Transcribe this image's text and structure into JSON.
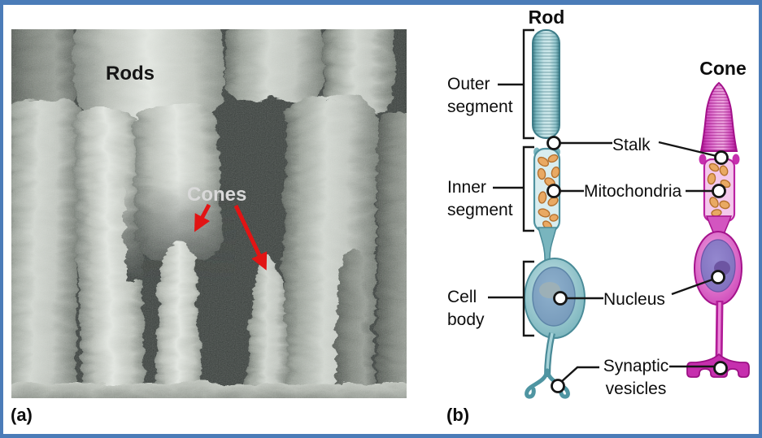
{
  "figure": {
    "panel_a": {
      "tag": "(a)",
      "labels": {
        "rods": "Rods",
        "cones": "Cones"
      }
    },
    "panel_b": {
      "tag": "(b)",
      "rod_title": "Rod",
      "cone_title": "Cone",
      "annotations": {
        "outer_segment": {
          "lines": [
            "Outer",
            "segment"
          ]
        },
        "stalk": {
          "text": "Stalk"
        },
        "inner_segment": {
          "lines": [
            "Inner",
            "segment"
          ]
        },
        "mitochondria": {
          "text": "Mitochondria"
        },
        "cell_body": {
          "lines": [
            "Cell",
            "body"
          ]
        },
        "nucleus": {
          "text": "Nucleus"
        },
        "synaptic_vesicles": {
          "lines": [
            "Synaptic",
            "vesicles"
          ]
        }
      }
    },
    "colors": {
      "frame_border": "#4b7cb8",
      "rod_cell": "#4a8b98",
      "cone_cell": "#c62fae",
      "mitochondria": "#e9a963",
      "nucleus_rod": "#7fa5c5",
      "nucleus_cone": "#8579c8",
      "arrow": "#e21414"
    }
  }
}
